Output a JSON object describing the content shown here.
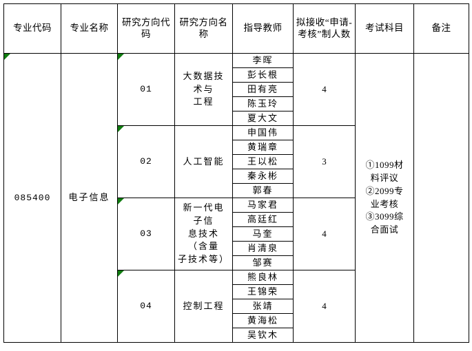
{
  "document": {
    "type": "admissions-table",
    "marker_color": "#107c10",
    "grid_color": "#000000"
  },
  "table": {
    "headers": [
      "专业代码",
      "专业名称",
      "研究方向代码",
      "研究方向名称",
      "指导教师",
      "拟接收“申请-考核”制人数",
      "考试科目",
      "备注"
    ],
    "major": {
      "code": "085400",
      "name": "电子信息"
    },
    "exam_subjects": "①1099材料评议②2099专业考核③3099综合面试",
    "exam_subjects_lines": [
      "①1099材",
      "料评议",
      "②2099专",
      "业考核",
      "③3099综",
      "合面试"
    ],
    "remark": "",
    "directions": [
      {
        "code": "01",
        "name": "大数据技术与工程",
        "name_lines": [
          "大数据技",
          "术与",
          "工程"
        ],
        "quota": "4",
        "teachers": [
          "李晖",
          "彭长根",
          "田有亮",
          "陈玉玲",
          "夏大文"
        ]
      },
      {
        "code": "02",
        "name": "人工智能",
        "name_lines": [
          "人工智能"
        ],
        "quota": "3",
        "teachers": [
          "申国伟",
          "黄瑞章",
          "王以松",
          "秦永彬",
          "郭春"
        ]
      },
      {
        "code": "03",
        "name": "新一代电子信息技术（含量子技术等）",
        "name_lines": [
          "新一代电",
          "子信",
          "息技术",
          "（含量",
          "子技术等）"
        ],
        "quota": "4",
        "teachers": [
          "马家君",
          "高廷红",
          "马奎",
          "肖清泉",
          "邹赛"
        ]
      },
      {
        "code": "04",
        "name": "控制工程",
        "name_lines": [
          "控制工程"
        ],
        "quota": "4",
        "teachers": [
          "熊良林",
          "王锦荣",
          "张靖",
          "黄海松",
          "吴钦木"
        ]
      }
    ]
  }
}
